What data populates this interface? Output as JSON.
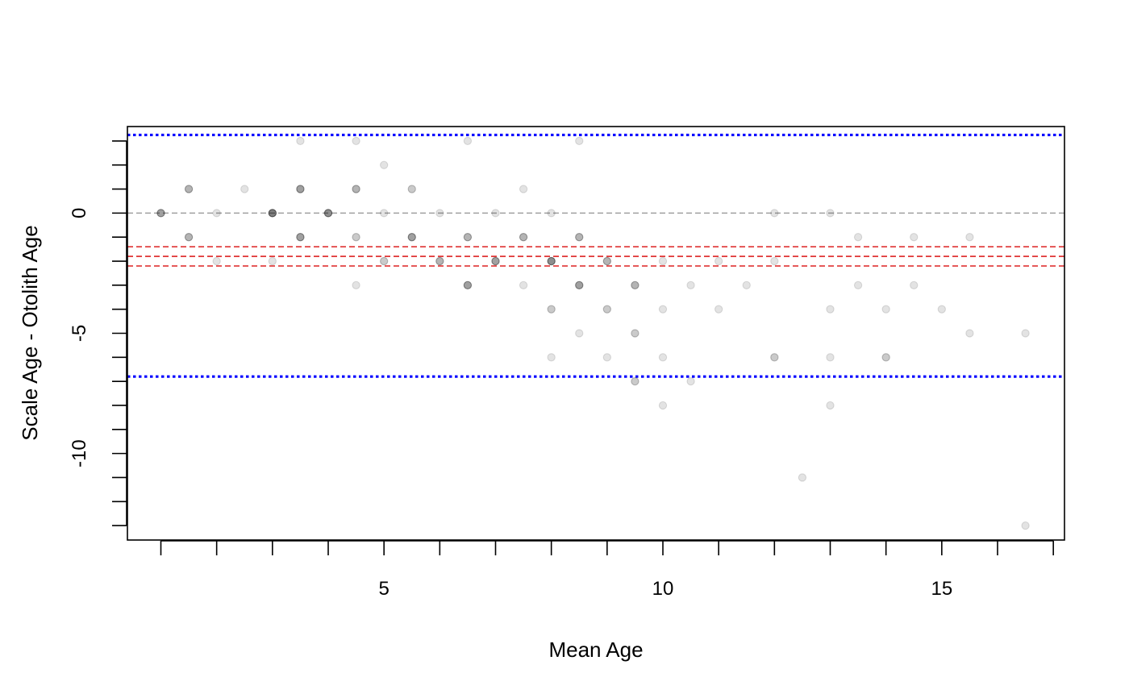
{
  "chart_data": {
    "type": "scatter",
    "title": "",
    "xlabel": "Mean Age",
    "ylabel": "Scale Age - Otolith Age",
    "xlim": [
      0.4,
      17.2
    ],
    "ylim": [
      -13.6,
      3.6
    ],
    "x_tick_labels": [
      {
        "value": 5,
        "label": "5"
      },
      {
        "value": 10,
        "label": "10"
      },
      {
        "value": 15,
        "label": "15"
      }
    ],
    "y_tick_labels": [
      {
        "value": 0,
        "label": "0"
      },
      {
        "value": -5,
        "label": "-5"
      },
      {
        "value": -10,
        "label": "-10"
      }
    ],
    "grid": false,
    "legend": "none",
    "reference_lines": [
      {
        "y": 3.25,
        "color": "#0000ff",
        "style": "dotted"
      },
      {
        "y": 0,
        "color": "#a0a0a0",
        "style": "dashed"
      },
      {
        "y": -1.4,
        "color": "#dd2222",
        "style": "dashed"
      },
      {
        "y": -1.8,
        "color": "#dd2222",
        "style": "dashed"
      },
      {
        "y": -2.2,
        "color": "#dd2222",
        "style": "dashed"
      },
      {
        "y": -6.8,
        "color": "#0000ff",
        "style": "dotted"
      }
    ],
    "point_color": "#000000",
    "points": [
      {
        "x": 1,
        "y": 0,
        "n": 4
      },
      {
        "x": 1.5,
        "y": 1,
        "n": 3
      },
      {
        "x": 1.5,
        "y": -1,
        "n": 3
      },
      {
        "x": 2,
        "y": 0,
        "n": 1
      },
      {
        "x": 2,
        "y": -2,
        "n": 1
      },
      {
        "x": 2.5,
        "y": 1,
        "n": 1
      },
      {
        "x": 3,
        "y": 0,
        "n": 6
      },
      {
        "x": 3,
        "y": -2,
        "n": 1
      },
      {
        "x": 3.5,
        "y": 3,
        "n": 1
      },
      {
        "x": 3.5,
        "y": 1,
        "n": 4
      },
      {
        "x": 3.5,
        "y": -1,
        "n": 4
      },
      {
        "x": 4,
        "y": 0,
        "n": 5
      },
      {
        "x": 4.5,
        "y": 3,
        "n": 1
      },
      {
        "x": 4.5,
        "y": 1,
        "n": 3
      },
      {
        "x": 4.5,
        "y": -1,
        "n": 2
      },
      {
        "x": 4.5,
        "y": -3,
        "n": 1
      },
      {
        "x": 5,
        "y": 2,
        "n": 1
      },
      {
        "x": 5,
        "y": 0,
        "n": 1
      },
      {
        "x": 5,
        "y": -2,
        "n": 2
      },
      {
        "x": 5.5,
        "y": 1,
        "n": 2
      },
      {
        "x": 5.5,
        "y": -1,
        "n": 4
      },
      {
        "x": 6,
        "y": 0,
        "n": 1
      },
      {
        "x": 6,
        "y": -2,
        "n": 3
      },
      {
        "x": 6.5,
        "y": 3,
        "n": 1
      },
      {
        "x": 6.5,
        "y": -1,
        "n": 3
      },
      {
        "x": 6.5,
        "y": -3,
        "n": 4
      },
      {
        "x": 7,
        "y": 0,
        "n": 1
      },
      {
        "x": 7,
        "y": -2,
        "n": 4
      },
      {
        "x": 7.5,
        "y": 1,
        "n": 1
      },
      {
        "x": 7.5,
        "y": -1,
        "n": 3
      },
      {
        "x": 7.5,
        "y": -3,
        "n": 1
      },
      {
        "x": 8,
        "y": 0,
        "n": 1
      },
      {
        "x": 8,
        "y": -2,
        "n": 5
      },
      {
        "x": 8,
        "y": -4,
        "n": 2
      },
      {
        "x": 8,
        "y": -6,
        "n": 1
      },
      {
        "x": 8.5,
        "y": 3,
        "n": 1
      },
      {
        "x": 8.5,
        "y": -1,
        "n": 3
      },
      {
        "x": 8.5,
        "y": -3,
        "n": 4
      },
      {
        "x": 8.5,
        "y": -5,
        "n": 1
      },
      {
        "x": 9,
        "y": -2,
        "n": 3
      },
      {
        "x": 9,
        "y": -4,
        "n": 2
      },
      {
        "x": 9,
        "y": -6,
        "n": 1
      },
      {
        "x": 9.5,
        "y": -3,
        "n": 3
      },
      {
        "x": 9.5,
        "y": -5,
        "n": 2
      },
      {
        "x": 9.5,
        "y": -7,
        "n": 2
      },
      {
        "x": 10,
        "y": -2,
        "n": 1
      },
      {
        "x": 10,
        "y": -4,
        "n": 1
      },
      {
        "x": 10,
        "y": -6,
        "n": 1
      },
      {
        "x": 10,
        "y": -8,
        "n": 1
      },
      {
        "x": 10.5,
        "y": -3,
        "n": 1
      },
      {
        "x": 10.5,
        "y": -7,
        "n": 1
      },
      {
        "x": 11,
        "y": -2,
        "n": 1
      },
      {
        "x": 11,
        "y": -4,
        "n": 1
      },
      {
        "x": 11.5,
        "y": -3,
        "n": 1
      },
      {
        "x": 12,
        "y": 0,
        "n": 1
      },
      {
        "x": 12,
        "y": -2,
        "n": 1
      },
      {
        "x": 12,
        "y": -6,
        "n": 2
      },
      {
        "x": 12.5,
        "y": -11,
        "n": 1
      },
      {
        "x": 13,
        "y": 0,
        "n": 1
      },
      {
        "x": 13,
        "y": -4,
        "n": 1
      },
      {
        "x": 13,
        "y": -6,
        "n": 1
      },
      {
        "x": 13,
        "y": -8,
        "n": 1
      },
      {
        "x": 13.5,
        "y": -1,
        "n": 1
      },
      {
        "x": 13.5,
        "y": -3,
        "n": 1
      },
      {
        "x": 14,
        "y": -4,
        "n": 1
      },
      {
        "x": 14,
        "y": -6,
        "n": 2
      },
      {
        "x": 14.5,
        "y": -1,
        "n": 1
      },
      {
        "x": 14.5,
        "y": -3,
        "n": 1
      },
      {
        "x": 15,
        "y": -4,
        "n": 1
      },
      {
        "x": 15.5,
        "y": -1,
        "n": 1
      },
      {
        "x": 15.5,
        "y": -5,
        "n": 1
      },
      {
        "x": 16.5,
        "y": -5,
        "n": 1
      },
      {
        "x": 16.5,
        "y": -13,
        "n": 1
      }
    ]
  }
}
